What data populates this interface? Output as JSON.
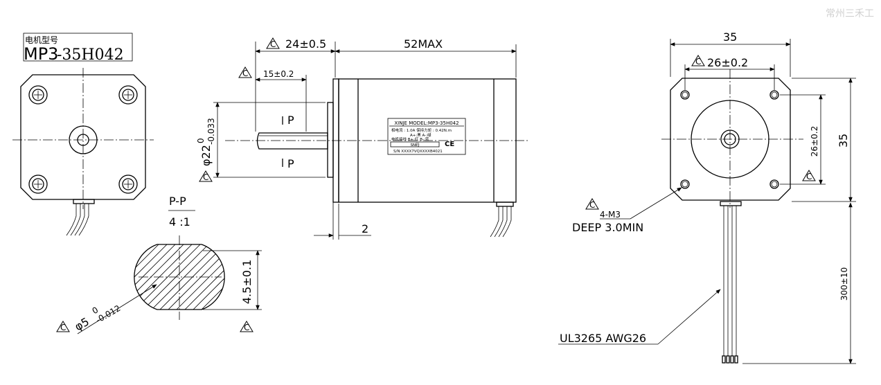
{
  "watermark": "常州三禾工",
  "model_box": {
    "caption": "电机型号",
    "model_prefix": "MP3",
    "model_suffix": "-35H042"
  },
  "critical_mark": "C",
  "section": {
    "name": "P-P",
    "scale": "4 :1",
    "dia_prefix": "φ5",
    "dia_upper": "0",
    "dia_lower": "-0.012",
    "flat_dim": "4.5±0.1"
  },
  "side_view": {
    "dim_shaft_len": "24±0.5",
    "dim_body_len": "52MAX",
    "dim_flat_len": "15±0.2",
    "dim_flange": "2",
    "dim_boss_prefix": "φ22",
    "dim_boss_upper": "0",
    "dim_boss_lower": "-0.033",
    "section_letter_top": "P",
    "section_letter_bottom": "P"
  },
  "nameplate": {
    "model_line": "XINJE MODEL:MP3-35H042",
    "spec_line_1": "相电流 : 1.0A    保持力矩 : 0.42N.m",
    "spec_line_2": "A+:黑  A-:绿",
    "spec_line_3": "电机接线       B+:红  B-:蓝",
    "sn_box": "SN码",
    "sn_line": "S/N   XXXX7VQXXXXB4021",
    "ce_mark": "CE"
  },
  "front_view": {
    "dim_width": "35",
    "dim_hole_spacing_h": "26±0.2",
    "dim_hole_spacing_v": "26±0.2",
    "dim_height": "35",
    "thread_spec": "4-M3",
    "thread_depth": "DEEP 3.0MIN",
    "dim_lead": "300±10",
    "cable_spec": "UL3265 AWG26"
  }
}
